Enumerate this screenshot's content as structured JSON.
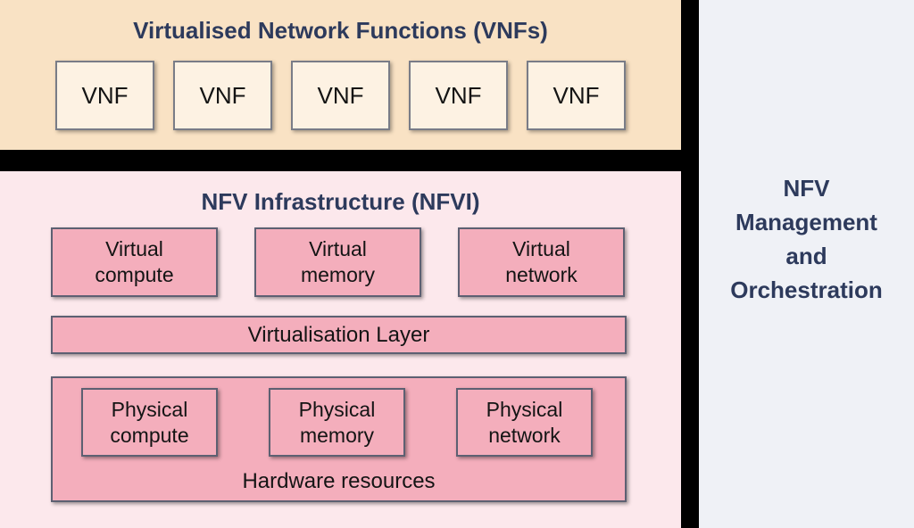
{
  "vnf_section": {
    "title": "Virtualised Network Functions (VNFs)",
    "boxes": [
      "VNF",
      "VNF",
      "VNF",
      "VNF",
      "VNF"
    ]
  },
  "nfvi_section": {
    "title": "NFV Infrastructure (NFVI)",
    "virtual_boxes": [
      "Virtual\ncompute",
      "Virtual\nmemory",
      "Virtual\nnetwork"
    ],
    "virtualisation_layer_label": "Virtualisation Layer",
    "hardware": {
      "label": "Hardware resources",
      "physical_boxes": [
        "Physical\ncompute",
        "Physical\nmemory",
        "Physical\nnetwork"
      ]
    }
  },
  "mano_panel": {
    "lines": [
      "NFV",
      "Management",
      "and",
      "Orchestration"
    ]
  },
  "colors": {
    "background": "#000000",
    "vnf_panel_bg": "#f9e2c4",
    "vnf_box_bg": "#fdf2e3",
    "nfvi_panel_bg": "#fce8ec",
    "pink_box_bg": "#f4aebc",
    "box_border": "#5d6072",
    "title_text": "#2d3a5c",
    "mano_panel_bg": "#eff1f6"
  }
}
